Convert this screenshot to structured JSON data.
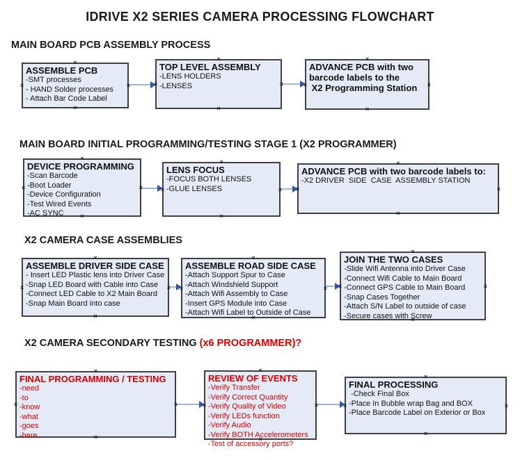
{
  "title": "IDRIVE X2  SERIES CAMERA PROCESSING FLOWCHART",
  "glyphs": {
    "handle": "×"
  },
  "colors": {
    "background": "#ffffff",
    "box_fill": "#e4eaf6",
    "box_border": "#404040",
    "arrow_line": "#9fb4d8",
    "arrow_head": "#3454a5",
    "red_text": "#d40000",
    "black_text": "#111111"
  },
  "sections": [
    {
      "heading": "MAIN BOARD PCB ASSEMBLY PROCESS",
      "boxes": [
        {
          "title": "ASSEMBLE PCB",
          "items": [
            "-SMT processes",
            "- HAND Solder processes",
            "- Attach Bar Code Label"
          ]
        },
        {
          "title": "TOP LEVEL ASSEMBLY",
          "items": [
            "-LENS HOLDERS",
            "-LENSES"
          ]
        },
        {
          "title_lines": [
            "ADVANCE PCB with two",
            "barcode labels to the",
            " X2 Programming Station"
          ],
          "items": []
        }
      ]
    },
    {
      "heading": "MAIN BOARD INITIAL PROGRAMMING/TESTING STAGE 1 (X2 PROGRAMMER)",
      "boxes": [
        {
          "title": "DEVICE PROGRAMMING",
          "items": [
            "-Scan Barcode",
            "-Boot Loader",
            "-Device Configuration",
            "-Test Wired Events",
            "-AC SYNC"
          ]
        },
        {
          "title": "LENS FOCUS",
          "items": [
            "-FOCUS BOTH LENSES",
            "-GLUE LENSES"
          ]
        },
        {
          "title": "ADVANCE PCB with two barcode labels to:",
          "items": [
            "-X2 DRIVER  SIDE  CASE  ASSEMBLY STATION"
          ]
        }
      ]
    },
    {
      "heading": "X2 CAMERA CASE ASSEMBLIES",
      "boxes": [
        {
          "title": "ASSEMBLE DRIVER SIDE CASE",
          "items": [
            "- Insert LED Plastic lens into Driver Case",
            "-Snap LED Board with Cable into Case",
            "-Connect LED Cable to X2 Main Board",
            "-Snap Main Board into case"
          ]
        },
        {
          "title": "ASSEMBLE ROAD SIDE CASE",
          "items": [
            "-Attach Support Spur to Case",
            "-Attach Windshield Support",
            "-Attach Wifi Assembly to Case",
            "-Insert GPS Module into Case",
            "-Attach Wifi Label to Outside of Case"
          ]
        },
        {
          "title": "JOIN THE TWO CASES",
          "items": [
            "-Slide Wifi Antenna into Driver Case",
            "-Connect Wifi Cable to Main Board",
            "-Connect GPS Cable to Main Board",
            "-Snap Cases Together",
            "-Attach S/N Label to outside of case",
            "-Secure cases with Screw"
          ]
        }
      ]
    },
    {
      "heading": "X2 CAMERA SECONDARY TESTING",
      "heading_red": " (x6 PROGRAMMER)?",
      "boxes": [
        {
          "title": "FINAL PROGRAMMING / TESTING",
          "red": true,
          "items": [
            "-need",
            "-to",
            "-know",
            "-what",
            "-goes",
            "-here"
          ]
        },
        {
          "title": "REVIEW OF EVENTS",
          "red": true,
          "items": [
            "-Verify Transfer",
            "-Verify Correct Quantity",
            "-Verify Quality of Video",
            "-Verify LEDs function",
            "-Verify Audio",
            "-Verify BOTH Accelerometers",
            "-Test of accessory ports?"
          ]
        },
        {
          "title": "FINAL PROCESSING",
          "items": [
            " -Check Final Box",
            "-Place In Bubble wrap Bag and BOX",
            "-Place Barcode Label on Exterior or Box"
          ]
        }
      ]
    }
  ]
}
